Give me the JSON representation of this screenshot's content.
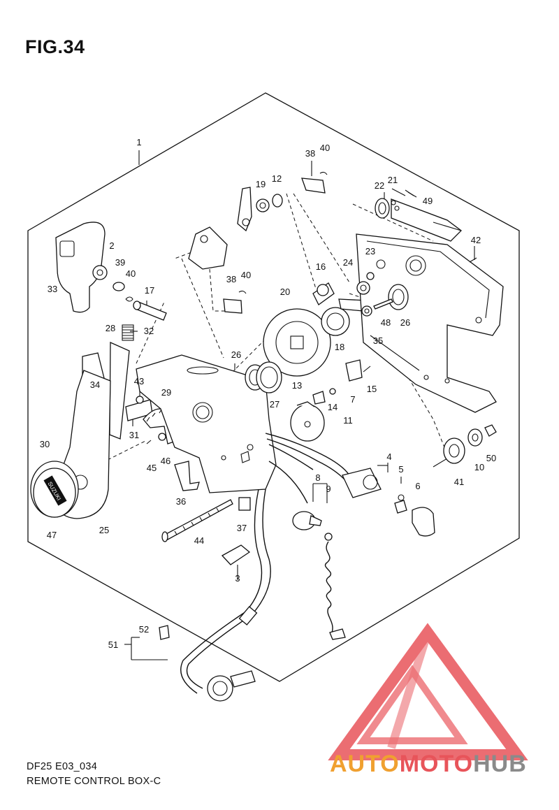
{
  "figure": {
    "title": "FIG.34",
    "code": "DF25 E03_034",
    "name": "REMOTE CONTROL BOX-C"
  },
  "callouts": [
    "1",
    "2",
    "3",
    "4",
    "5",
    "6",
    "7",
    "8",
    "9",
    "10",
    "11",
    "12",
    "13",
    "14",
    "15",
    "16",
    "17",
    "18",
    "19",
    "20",
    "21",
    "22",
    "23",
    "24",
    "25",
    "26",
    "26",
    "27",
    "28",
    "29",
    "30",
    "31",
    "32",
    "33",
    "34",
    "35",
    "36",
    "37",
    "38",
    "38",
    "39",
    "40",
    "40",
    "40",
    "41",
    "42",
    "43",
    "44",
    "45",
    "46",
    "47",
    "48",
    "49",
    "50",
    "51",
    "52"
  ],
  "logo": {
    "text_a": "AUTO",
    "text_b": "MOTO",
    "text_c": "HUB",
    "colors": {
      "orange": "#f0a030",
      "red": "#e8545a",
      "gray": "#8a8a8a"
    }
  },
  "badge": {
    "text": "SUZUKI"
  }
}
